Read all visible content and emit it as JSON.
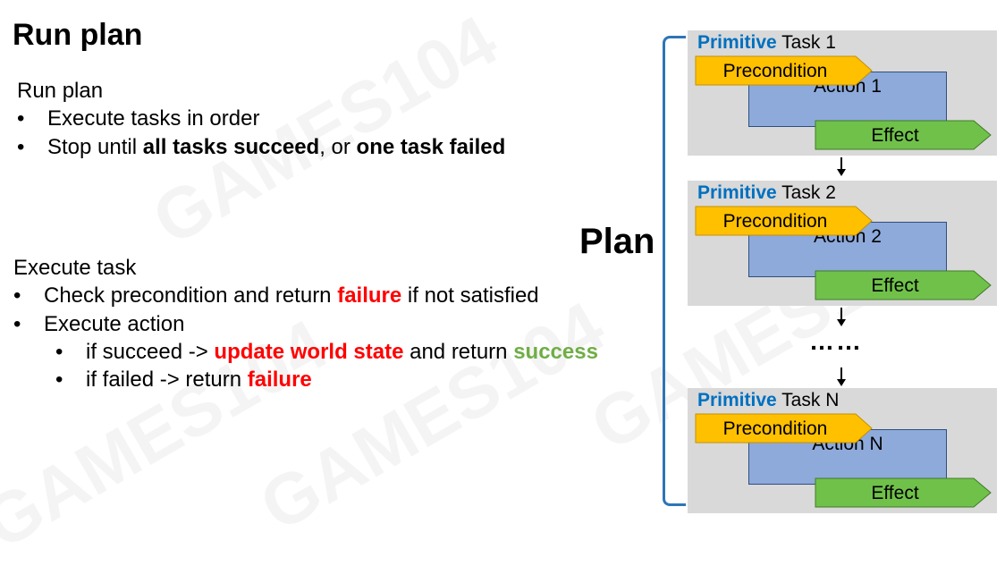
{
  "title": "Run plan",
  "left_section_1": {
    "heading": "Run plan",
    "bullets": {
      "b1": "Execute tasks in order",
      "b2_prefix": "Stop until ",
      "b2_bold1": "all tasks succeed",
      "b2_mid": ", or ",
      "b2_bold2": "one task failed"
    }
  },
  "left_section_2": {
    "heading": "Execute task",
    "b1_prefix": "Check precondition and return ",
    "b1_red": "failure",
    "b1_suffix": " if not satisfied",
    "b2": "Execute action",
    "sub1_prefix": "if succeed -> ",
    "sub1_red": "update world state",
    "sub1_mid": " and return ",
    "sub1_green": "success",
    "sub2_prefix": "if failed -> return ",
    "sub2_red": "failure"
  },
  "bullet_char": "•",
  "plan_label": "Plan",
  "tasks": [
    {
      "primitive": "Primitive",
      "name": " Task 1",
      "precondition": "Precondition",
      "action": "Action 1",
      "effect": "Effect"
    },
    {
      "primitive": "Primitive",
      "name": " Task 2",
      "precondition": "Precondition",
      "action": "Action 2",
      "effect": "Effect"
    },
    {
      "primitive": "Primitive",
      "name": " Task N",
      "precondition": "Precondition",
      "action": "Action N",
      "effect": "Effect"
    }
  ],
  "ellipsis": "……",
  "colors": {
    "precondition": "#ffc000",
    "action": "#8eaadb",
    "effect": "#70c14a",
    "task_bg": "#d9d9d9",
    "bracket": "#2e75b6",
    "primitive": "#0070c0",
    "failure": "#ff0000",
    "success": "#70ad47"
  }
}
